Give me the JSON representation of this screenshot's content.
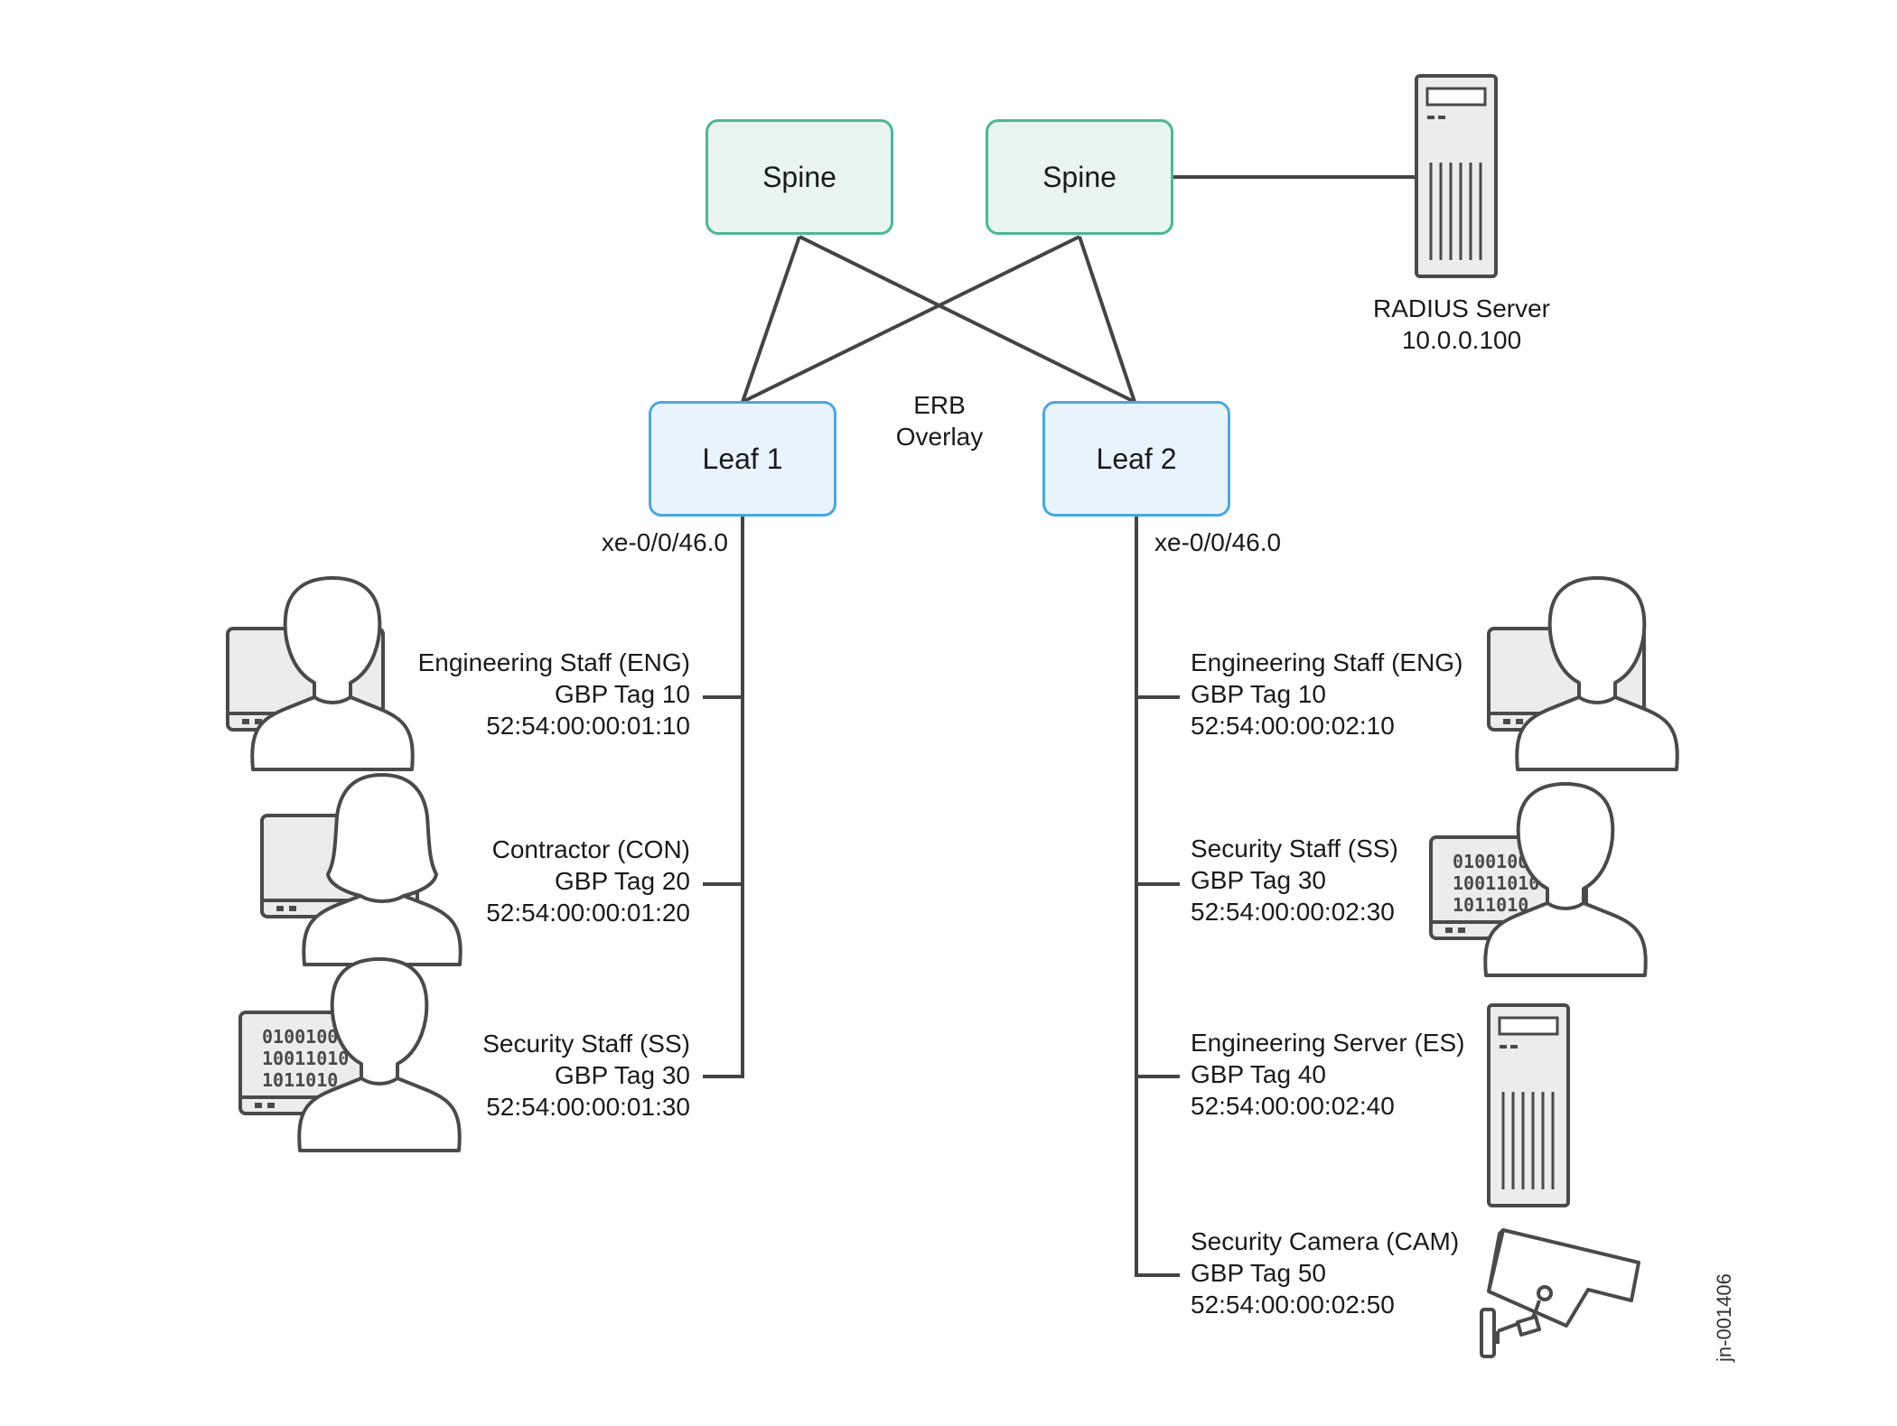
{
  "spines": [
    {
      "label": "Spine"
    },
    {
      "label": "Spine"
    }
  ],
  "leaves": [
    {
      "label": "Leaf 1",
      "interface": "xe-0/0/46.0"
    },
    {
      "label": "Leaf 2",
      "interface": "xe-0/0/46.0"
    }
  ],
  "overlay": {
    "line1": "ERB",
    "line2": "Overlay"
  },
  "radius": {
    "name": "RADIUS Server",
    "ip": "10.0.0.100"
  },
  "leaf1_endpoints": [
    {
      "name": "Engineering Staff (ENG)",
      "tag": "GBP Tag 10",
      "mac": "52:54:00:00:01:10",
      "icon": "engineer-user-icon"
    },
    {
      "name": "Contractor (CON)",
      "tag": "GBP Tag 20",
      "mac": "52:54:00:00:01:20",
      "icon": "contractor-user-icon"
    },
    {
      "name": "Security Staff (SS)",
      "tag": "GBP Tag 30",
      "mac": "52:54:00:00:01:30",
      "icon": "security-user-icon"
    }
  ],
  "leaf2_endpoints": [
    {
      "name": "Engineering Staff (ENG)",
      "tag": "GBP Tag 10",
      "mac": "52:54:00:00:02:10",
      "icon": "engineer-user-icon"
    },
    {
      "name": "Security Staff (SS)",
      "tag": "GBP Tag 30",
      "mac": "52:54:00:00:02:30",
      "icon": "security-user-icon"
    },
    {
      "name": "Engineering Server (ES)",
      "tag": "GBP Tag 40",
      "mac": "52:54:00:00:02:40",
      "icon": "server-icon"
    },
    {
      "name": "Security Camera (CAM)",
      "tag": "GBP Tag 50",
      "mac": "52:54:00:00:02:50",
      "icon": "security-camera-icon"
    }
  ],
  "binary_lines": [
    "0100100",
    "10011010",
    "1011010"
  ],
  "figure_id": "jn-001406",
  "colors": {
    "spine_border": "#4ab896",
    "spine_fill": "#e9f5ef",
    "leaf_border": "#4aa7e3",
    "leaf_fill": "#e7f4fc",
    "line": "#444444"
  }
}
